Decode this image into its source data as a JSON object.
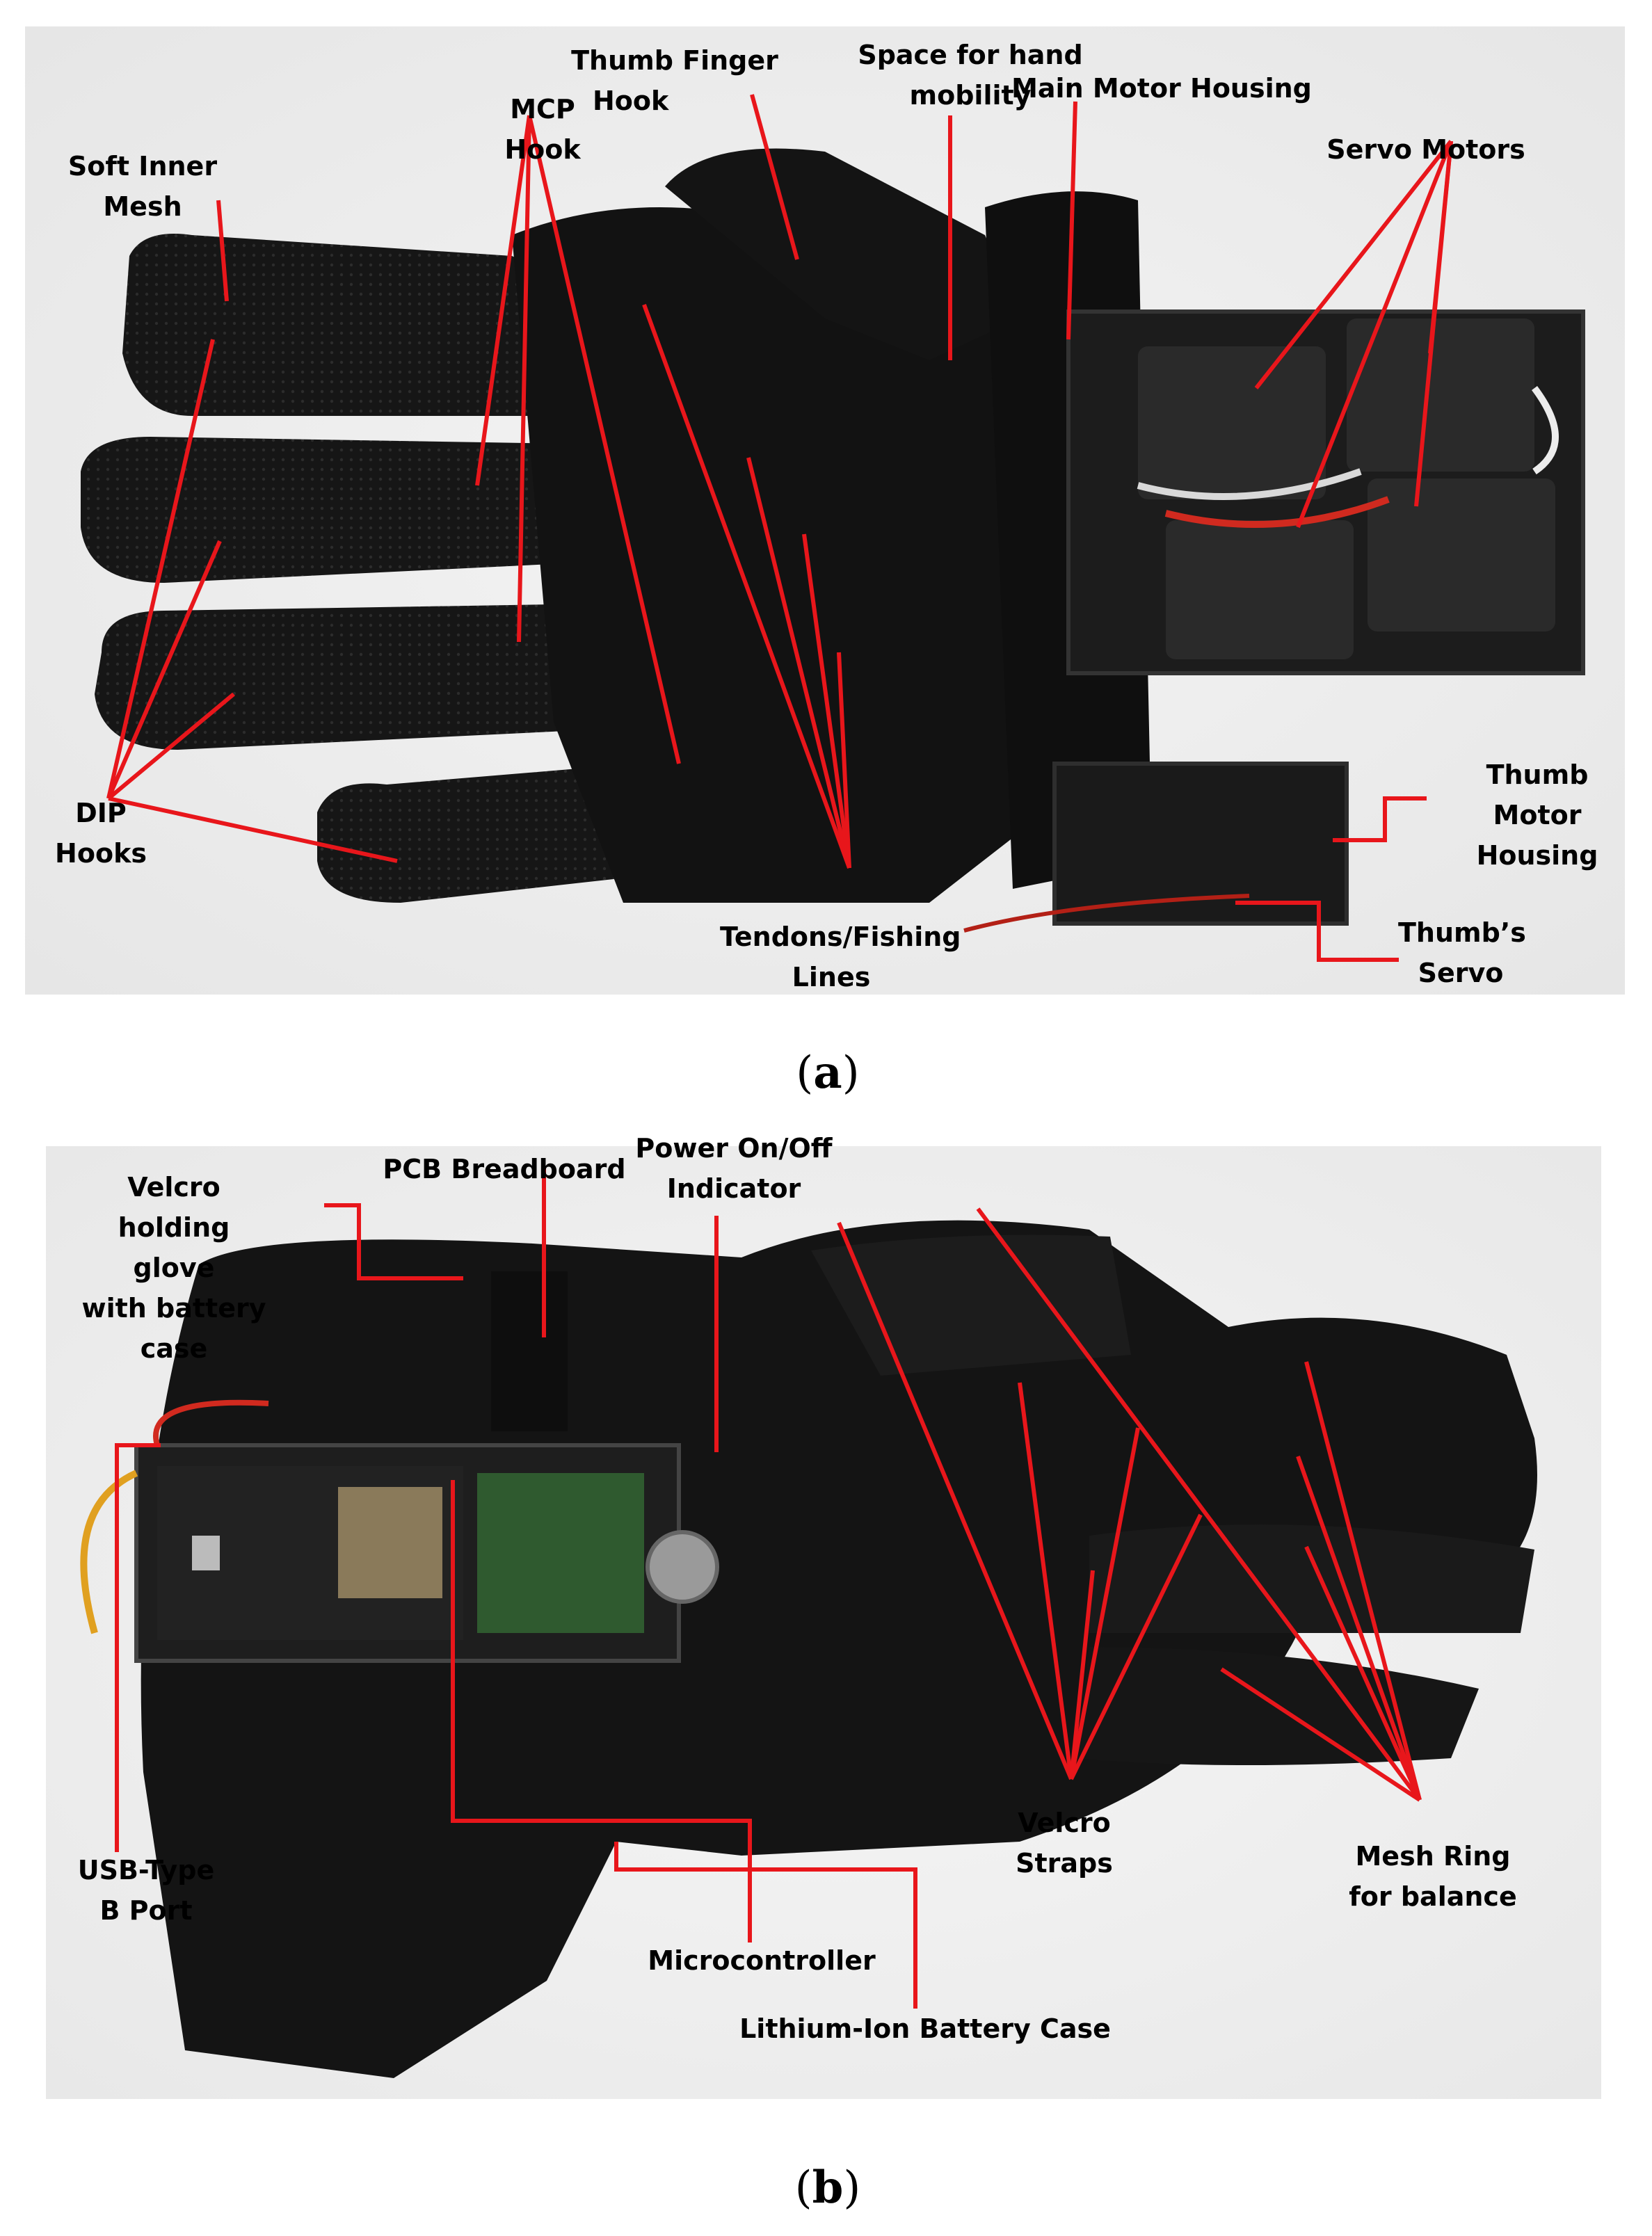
{
  "panel_a": {
    "caption_open": "(",
    "caption_letter": "a",
    "caption_close": ")",
    "labels": {
      "soft_inner_mesh": "Soft Inner Mesh",
      "mcp_hook_1": "MCP",
      "mcp_hook_2": "Hook",
      "thumb_finger_hook_1": "Thumb Finger",
      "thumb_finger_hook_2": "Hook",
      "space_mobility_1": "Space for hand",
      "space_mobility_2": "mobility",
      "main_motor_housing": "Main Motor Housing",
      "servo_motors": "Servo Motors",
      "dip_hooks_1": "DIP",
      "dip_hooks_2": "Hooks",
      "tendons_1": "Tendons/Fishing",
      "tendons_2": "Lines",
      "thumb_motor_housing_1": "Thumb",
      "thumb_motor_housing_2": "Motor",
      "thumb_motor_housing_3": "Housing",
      "thumbs_servo_1": "Thumb’s",
      "thumbs_servo_2": "Servo"
    }
  },
  "panel_b": {
    "caption_open": "(",
    "caption_letter": "b",
    "caption_close": ")",
    "labels": {
      "velcro_holding_1": "Velcro",
      "velcro_holding_2": "holding glove",
      "velcro_holding_3": "with battery",
      "velcro_holding_4": "case",
      "pcb_breadboard": "PCB Breadboard",
      "power_indicator_1": "Power On/Off",
      "power_indicator_2": "Indicator",
      "usb_port_1": "USB-Type",
      "usb_port_2": "B Port",
      "microcontroller": "Microcontroller",
      "battery_case": "Lithium-Ion Battery Case",
      "velcro_straps_1": "Velcro",
      "velcro_straps_2": "Straps",
      "mesh_ring_1": "Mesh Ring",
      "mesh_ring_2": "for balance"
    }
  },
  "colors": {
    "annotation": "#e8161b",
    "glove": "#141414",
    "housing": "#1c1c1c",
    "servo": "#2a2a2a"
  }
}
